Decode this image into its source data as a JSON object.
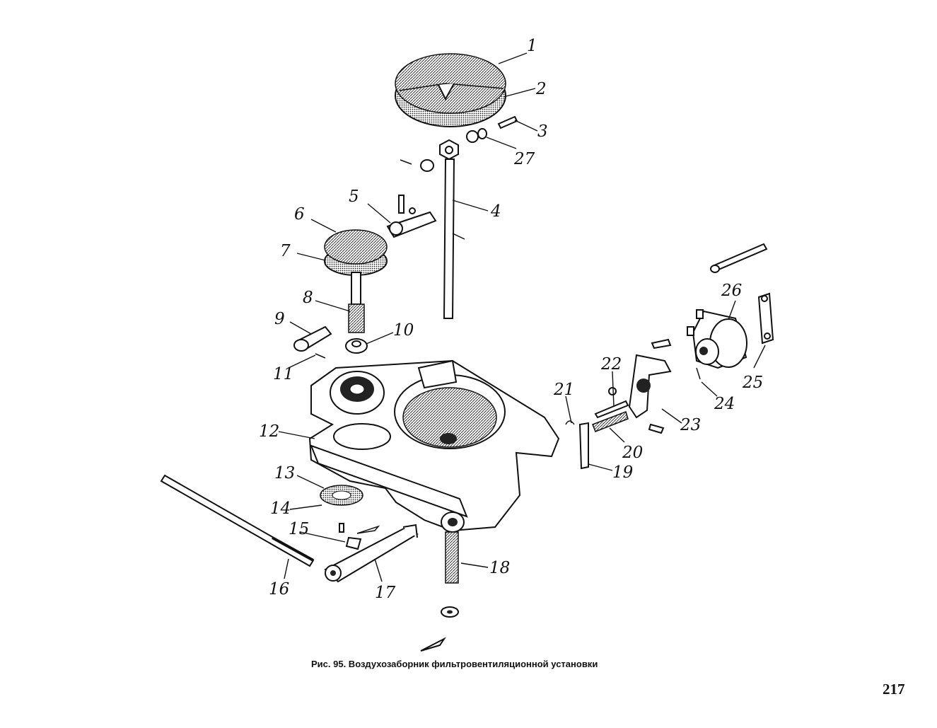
{
  "caption": "Рис. 95. Воздухозаборник фильтровентиляционной установки",
  "page_number": "217",
  "callouts": [
    "1",
    "2",
    "3",
    "27",
    "4",
    "5",
    "6",
    "7",
    "8",
    "9",
    "10",
    "11",
    "12",
    "13",
    "14",
    "15",
    "16",
    "17",
    "18",
    "19",
    "20",
    "21",
    "22",
    "23",
    "24",
    "25",
    "26"
  ]
}
